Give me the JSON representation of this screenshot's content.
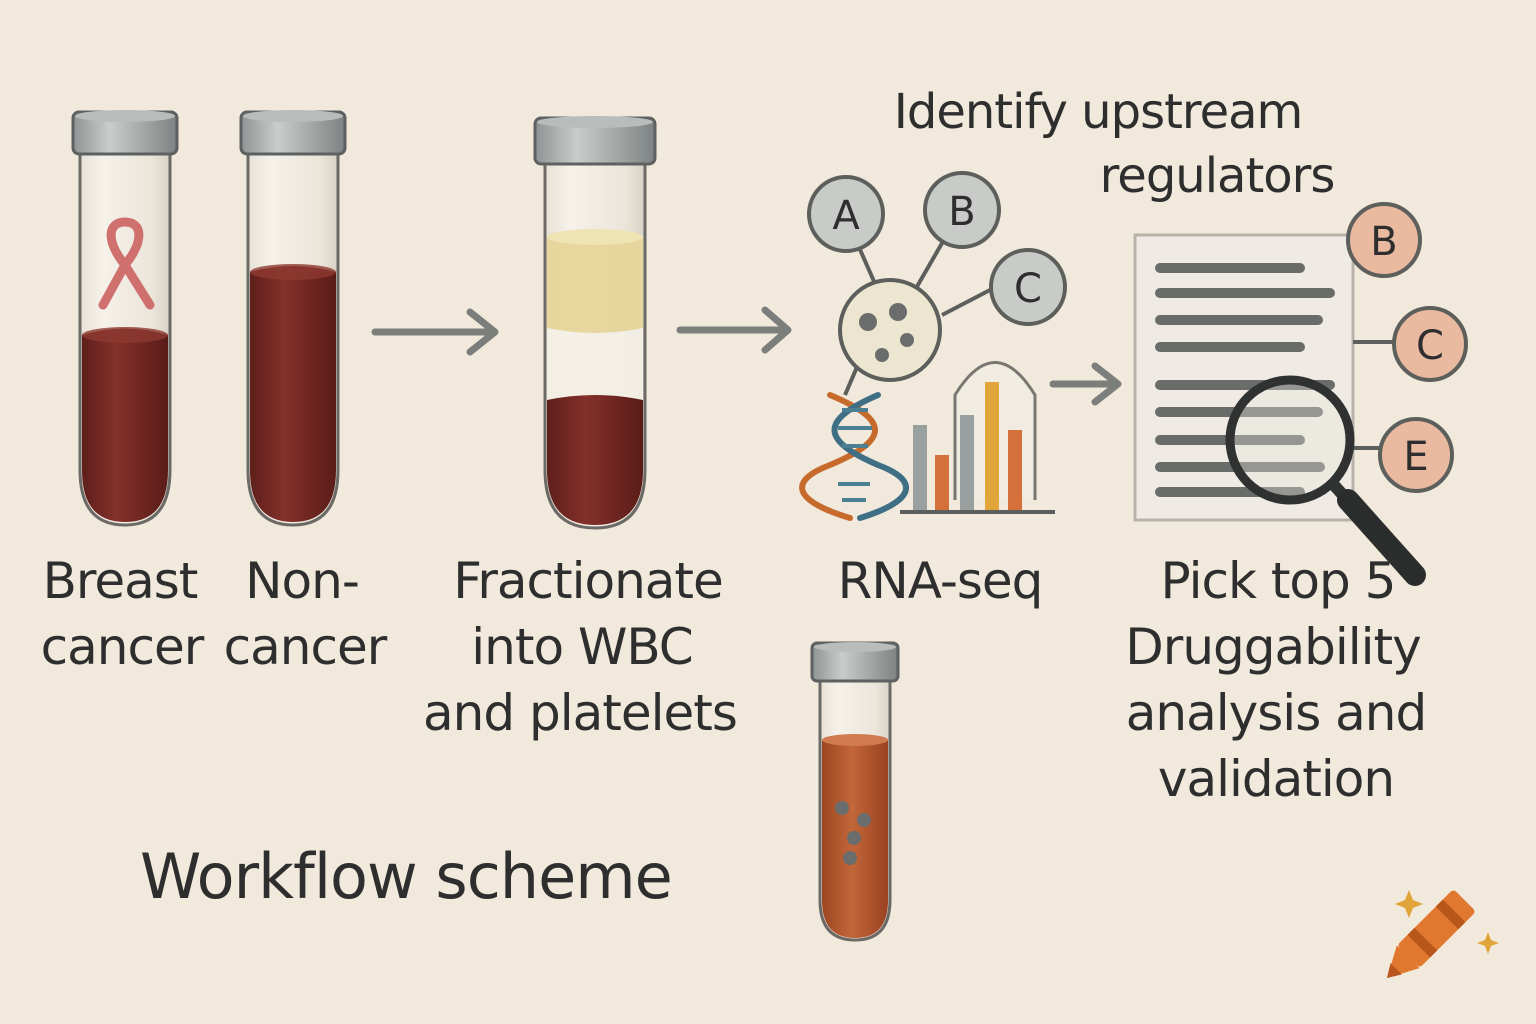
{
  "labels": {
    "breast_1": "Breast",
    "breast_2": "cancer",
    "non_1": "Non-",
    "non_2": "cancer",
    "fract_1": "Fractionate",
    "fract_2": "into WBC",
    "fract_3": "and platelets",
    "upstream_1": "Identify upstream",
    "upstream_2": "regulators",
    "rnaseq": "RNA-seq",
    "pick_1": "Pick top 5",
    "pick_2": "Druggability",
    "pick_3": "analysis and",
    "pick_4": "validation",
    "title": "Workflow scheme"
  },
  "regulators": [
    "A",
    "B",
    "C"
  ],
  "selected": [
    "B",
    "C",
    "E"
  ],
  "icons": {
    "ribbon": "awareness-ribbon-icon",
    "dna": "dna-helix-icon",
    "cell": "cell-icon",
    "bars": "bar-chart-icon",
    "document": "document-icon",
    "magnifier": "magnifying-glass-icon",
    "crayon": "crayon-logo-icon"
  },
  "colors": {
    "background": "#f1e9dc",
    "blood": "#7a2a24",
    "plasma": "#e6d59a",
    "orange_fluid": "#b8582f",
    "bubble_grey": "#c8cbc8",
    "bubble_peach": "#e9b9a0",
    "text": "#2e2e2e"
  }
}
